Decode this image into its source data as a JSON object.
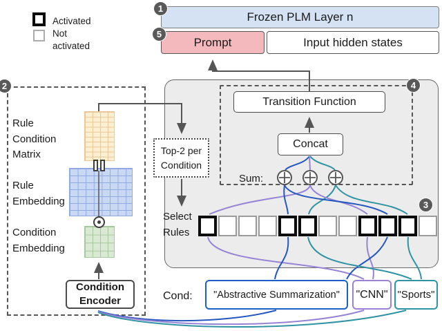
{
  "colors": {
    "plm_fill": "#D4E2F4",
    "prompt_fill": "#F4B9BD",
    "gray_panel": "#ECECEC",
    "matrix_yellow": "#FCEFD2",
    "matrix_yellow_line": "#E9C795",
    "matrix_blue": "#C9D9F3",
    "matrix_blue_line": "#90A9E0",
    "matrix_green": "#D9E9D3",
    "matrix_green_line": "#A7C89C",
    "cond_blue": "#1961C8",
    "cond_purple": "#9C80D6",
    "cond_teal": "#2F93A3",
    "curve_blue": "#2456C0",
    "curve_purple": "#9683D6",
    "curve_teal": "#2F93A3"
  },
  "legend": {
    "activated": "Activated",
    "not_activated": "Not\nactivated"
  },
  "badges": {
    "b1": "1",
    "b2": "2",
    "b3": "3",
    "b4": "4",
    "b5": "5"
  },
  "top": {
    "plm": "Frozen PLM Layer n",
    "prompt": "Prompt",
    "input_hidden": "Input hidden states"
  },
  "left_panel": {
    "rule_condition_matrix": "Rule\nCondition\nMatrix",
    "rule_embedding": "Rule\nEmbedding",
    "condition_embedding": "Condition\nEmbedding",
    "condition_encoder": "Condition\nEncoder"
  },
  "middle": {
    "top2": "Top-2 per\nCondition",
    "transition_function": "Transition Function",
    "concat": "Concat",
    "sum_label": "Sum:",
    "select_rules": "Select\nRules"
  },
  "select_rules": {
    "cells": [
      true,
      false,
      false,
      false,
      true,
      true,
      false,
      false,
      true,
      true,
      true,
      false
    ]
  },
  "cond": {
    "label": "Cond:",
    "items": [
      {
        "text": "\"Abstractive Summarization\"",
        "color": "blue"
      },
      {
        "text": "\"CNN\"",
        "color": "purple"
      },
      {
        "text": "\"Sports\"",
        "color": "teal"
      }
    ]
  }
}
